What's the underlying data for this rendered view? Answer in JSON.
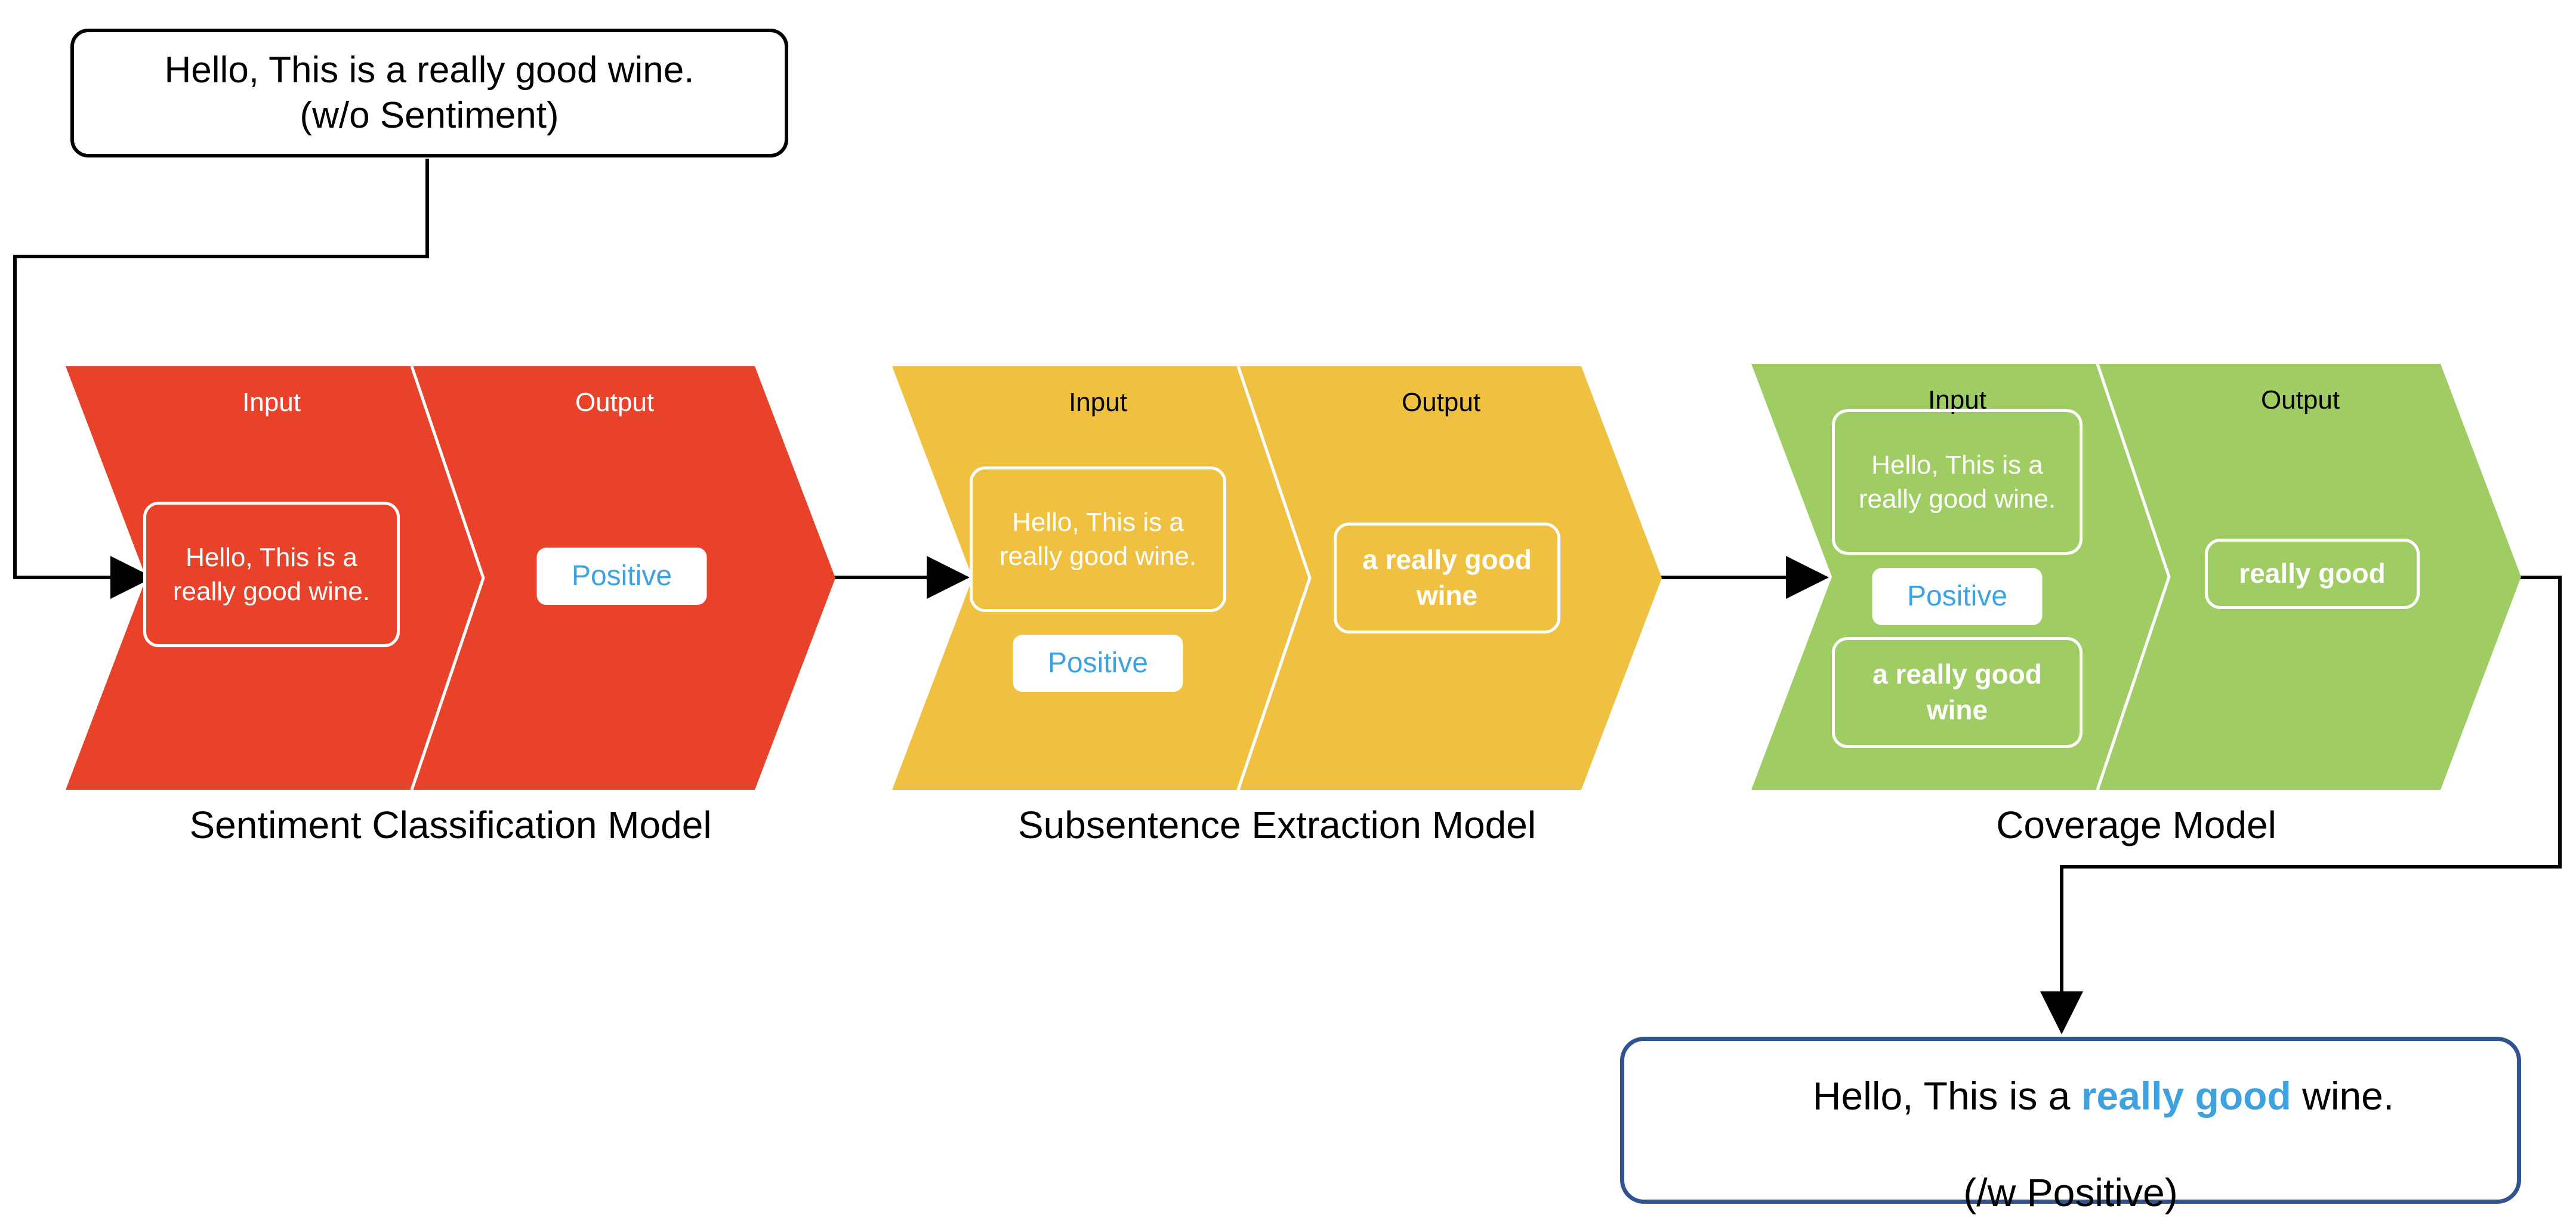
{
  "diagram": {
    "title_flow": "Sentiment-aware subsentence extraction pipeline",
    "input_terminal": {
      "name": "input-sentence-box",
      "lines": [
        "Hello, This is a really good wine.",
        "(w/o Sentiment)"
      ]
    },
    "output_terminal": {
      "name": "output-sentence-box",
      "line1_prefix": "Hello, This is a ",
      "line1_highlight": "really good",
      "line1_suffix": " wine.",
      "line2": "(/w Positive)",
      "border_color": "#31538F",
      "highlight_color": "#3FA2E0"
    },
    "stages": [
      {
        "id": "sentiment-classification",
        "caption": "Sentiment Classification Model",
        "color": "#E8422A",
        "label_color": "#ffffff",
        "input_label": "Input",
        "output_label": "Output",
        "input_items": [
          {
            "kind": "outline",
            "text": "Hello, This is a really good wine.",
            "bold": false
          }
        ],
        "output_items": [
          {
            "kind": "white",
            "text": "Positive",
            "bold": false
          }
        ]
      },
      {
        "id": "subsentence-extraction",
        "caption": "Subsentence Extraction Model",
        "color": "#F0C040",
        "label_color": "#000000",
        "input_label": "Input",
        "output_label": "Output",
        "input_items": [
          {
            "kind": "outline",
            "text": "Hello, This is a really good wine.",
            "bold": false
          },
          {
            "kind": "white",
            "text": "Positive",
            "bold": false
          }
        ],
        "output_items": [
          {
            "kind": "outline",
            "text": "a really good wine",
            "bold": true
          }
        ]
      },
      {
        "id": "coverage",
        "caption": "Coverage Model",
        "color": "#9FCC63",
        "label_color": "#000000",
        "input_label": "Input",
        "output_label": "Output",
        "input_items": [
          {
            "kind": "outline",
            "text": "Hello, This is a really good wine.",
            "bold": false
          },
          {
            "kind": "white",
            "text": "Positive",
            "bold": false
          },
          {
            "kind": "outline",
            "text": "a really good wine",
            "bold": true
          }
        ],
        "output_items": [
          {
            "kind": "outline",
            "text": "really good",
            "bold": true
          }
        ]
      }
    ],
    "connectors": [
      {
        "name": "input-to-stage1",
        "from": "input-sentence-box",
        "to": "sentiment-classification"
      },
      {
        "name": "stage1-to-stage2",
        "from": "sentiment-classification",
        "to": "subsentence-extraction"
      },
      {
        "name": "stage2-to-stage3",
        "from": "subsentence-extraction",
        "to": "coverage"
      },
      {
        "name": "stage3-to-output",
        "from": "coverage",
        "to": "output-sentence-box"
      }
    ]
  }
}
